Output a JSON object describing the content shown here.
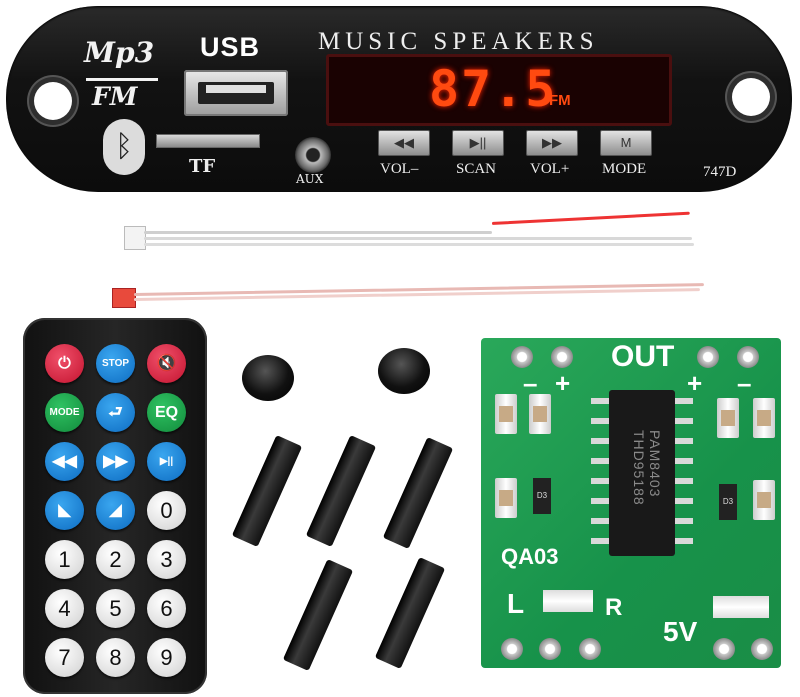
{
  "board": {
    "logo_mp3": "Mp3",
    "logo_fm": "FM",
    "usb_label": "USB",
    "title": "MUSIC SPEAKERS",
    "display_value": "87.5",
    "display_unit": "FM",
    "tf_label": "TF",
    "aux_label": "AUX",
    "buttons": [
      {
        "label": "VOL–",
        "icon": "◀◀"
      },
      {
        "label": "SCAN",
        "icon": "▶||"
      },
      {
        "label": "VOL+",
        "icon": "▶▶"
      },
      {
        "label": "MODE",
        "icon": "M"
      }
    ],
    "model": "747D",
    "bluetooth_icon": "ᛒ"
  },
  "remote": {
    "rows": [
      [
        {
          "label": "⏻",
          "color": "red"
        },
        {
          "label": "STOP",
          "color": "blue"
        },
        {
          "label": "🔇",
          "color": "red"
        }
      ],
      [
        {
          "label": "MODE",
          "color": "green"
        },
        {
          "label": "⮐",
          "color": "blue"
        },
        {
          "label": "EQ",
          "color": "green"
        }
      ],
      [
        {
          "label": "◀◀",
          "color": "blue"
        },
        {
          "label": "▶▶",
          "color": "blue"
        },
        {
          "label": "▶||",
          "color": "blue"
        }
      ],
      [
        {
          "label": "◣",
          "color": "blue"
        },
        {
          "label": "◢",
          "color": "blue"
        },
        {
          "label": "0",
          "color": "white"
        }
      ],
      [
        {
          "label": "1",
          "color": "white"
        },
        {
          "label": "2",
          "color": "white"
        },
        {
          "label": "3",
          "color": "white"
        }
      ],
      [
        {
          "label": "4",
          "color": "white"
        },
        {
          "label": "5",
          "color": "white"
        },
        {
          "label": "6",
          "color": "white"
        }
      ],
      [
        {
          "label": "7",
          "color": "white"
        },
        {
          "label": "8",
          "color": "white"
        },
        {
          "label": "9",
          "color": "white"
        }
      ]
    ]
  },
  "amp": {
    "out_label": "OUT",
    "minus_left": "–",
    "plus_left": "+",
    "plus_right": "+",
    "minus_right": "–",
    "chip_text": "PAM8403 THD95188",
    "part_label": "QA03",
    "l_label": "L",
    "r_label": "R",
    "v_label": "5V",
    "res_code": "D3"
  },
  "colors": {
    "display_digits": "#ff4a10",
    "pcb": "#1b954b",
    "remote_red": "#d81f3b",
    "remote_blue": "#1579d1",
    "remote_green": "#1a9f48"
  }
}
